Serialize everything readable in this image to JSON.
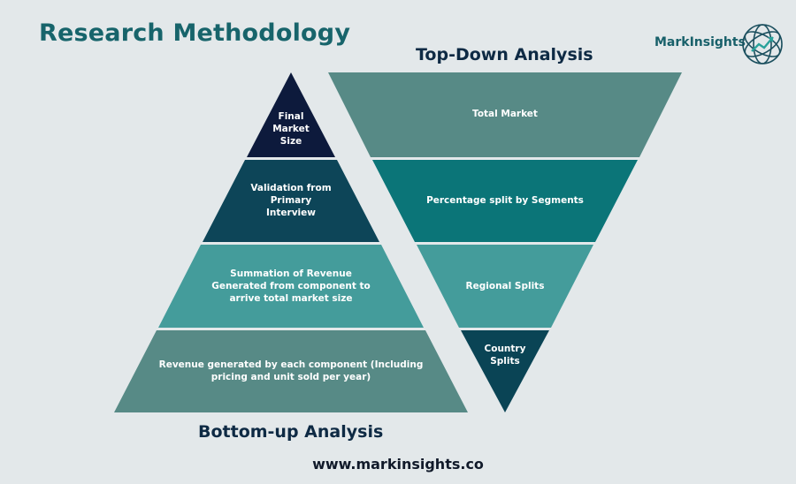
{
  "header": {
    "title": "Research Methodology",
    "brand": "MarkInsights"
  },
  "top_down": {
    "heading": "Top-Down Analysis",
    "levels": [
      {
        "label": "Total Market",
        "color": "#578a86"
      },
      {
        "label": "Percentage split by Segments",
        "color": "#0b7578"
      },
      {
        "label": "Regional Splits",
        "color": "#449c9b"
      },
      {
        "label": "Country\nSplits",
        "color": "#0a4455"
      }
    ]
  },
  "bottom_up": {
    "heading": "Bottom-up Analysis",
    "levels": [
      {
        "label": "Final\nMarket\nSize",
        "color": "#0d1a3c"
      },
      {
        "label": "Validation from\nPrimary\nInterview",
        "color": "#0d4558"
      },
      {
        "label": "Summation of Revenue\nGenerated from component to\narrive total market size",
        "color": "#449c9b"
      },
      {
        "label": "Revenue generated by each component (Including\npricing and unit sold per year)",
        "color": "#578a86"
      }
    ]
  },
  "footer": {
    "url": "www.markinsights.co"
  }
}
